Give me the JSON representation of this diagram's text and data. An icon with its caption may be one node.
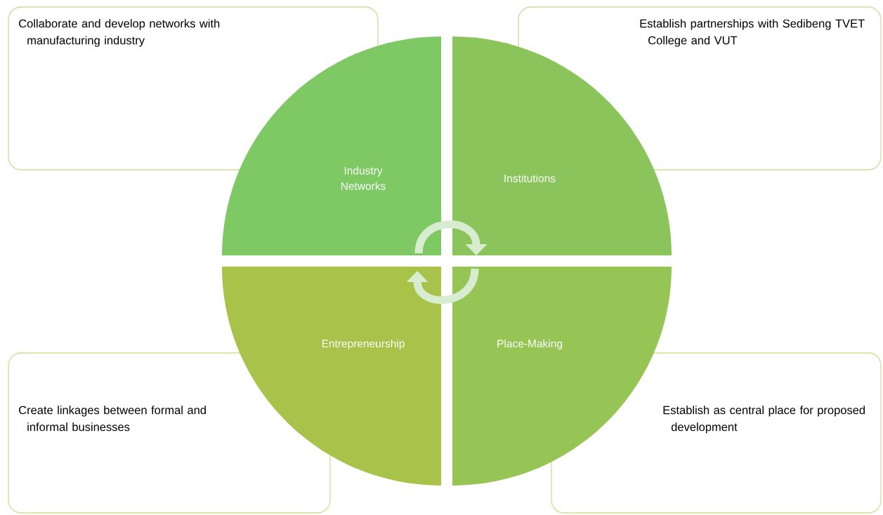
{
  "diagram": {
    "nodes": [
      {
        "text": [
          "Collaborate and develop networks with manufacturing industry"
        ]
      },
      {
        "text": [
          "Industry Networks"
        ]
      },
      {
        "text": [
          "Establish partnerships with Sedibeng TVET College and VUT"
        ]
      },
      {
        "text": [
          "Institutions"
        ]
      },
      {
        "text": [
          "Create linkages between formal and informal businesses"
        ]
      },
      {
        "text": [
          "Entrepreneurship"
        ]
      },
      {
        "text": [
          "Place-Making"
        ]
      },
      {
        "text": [
          "Establish as central place for proposed development"
        ]
      }
    ],
    "edges": [
      {
        "from": 1,
        "to": 3,
        "arrow": "to"
      },
      {
        "from": 6,
        "to": 5,
        "arrow": "to"
      }
    ]
  }
}
